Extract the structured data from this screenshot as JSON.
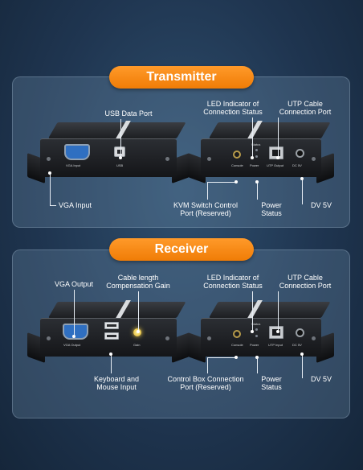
{
  "transmitter": {
    "title": "Transmitter",
    "labels": {
      "usb_data_port": "USB Data Port",
      "vga_input": "VGA Input",
      "led_indicator": "LED Indicator of\nConnection Status",
      "utp_cable_port": "UTP Cable\nConnection Port",
      "kvm_switch_port": "KVM Switch Control\nPort (Reserved)",
      "power_status": "Power\nStatus",
      "dv5v": "DV 5V"
    },
    "port_text": {
      "vga": "VGA Input",
      "usb": "USB",
      "status": "Status",
      "console": "Console",
      "power": "Power",
      "utp": "UTP Output",
      "dc": "DC 5V"
    }
  },
  "receiver": {
    "title": "Receiver",
    "labels": {
      "vga_output": "VGA Output",
      "cable_comp": "Cable length\nCompensation Gain",
      "led_indicator": "LED Indicator of\nConnection Status",
      "utp_cable_port": "UTP Cable\nConnection Port",
      "kb_mouse": "Keyboard and\nMouse Input",
      "control_box_port": "Control Box Connection\nPort (Reserved)",
      "power_status": "Power\nStatus",
      "dv5v": "DV 5V"
    },
    "port_text": {
      "vga": "VGA Output",
      "gain": "Gain",
      "status": "Status",
      "console": "Console",
      "power": "Power",
      "utp": "UTP Input",
      "dc": "DC 5V"
    }
  },
  "colors": {
    "accent": "#f28a14",
    "background": "#1f3550"
  }
}
